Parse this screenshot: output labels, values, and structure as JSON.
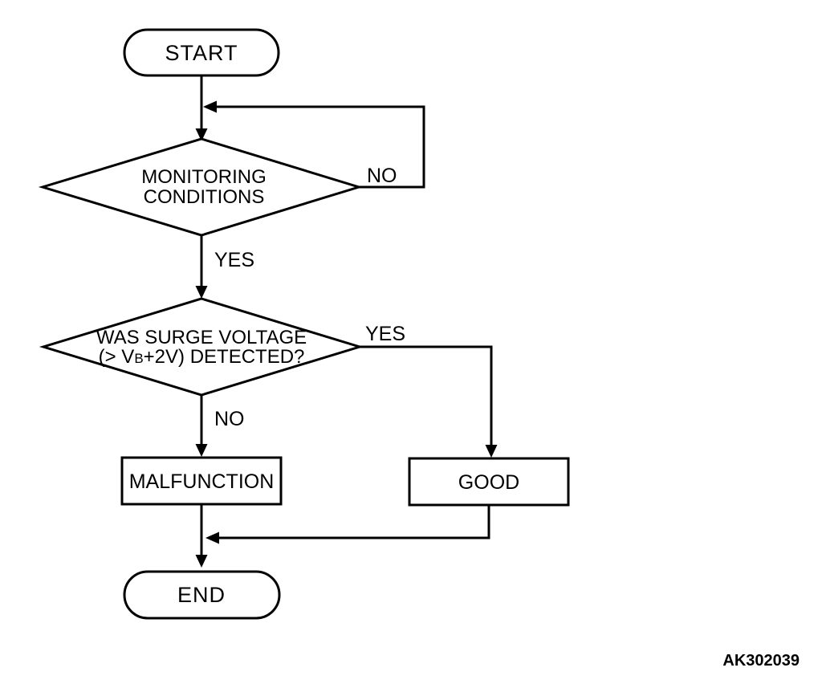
{
  "page": {
    "background_color": "#ffffff",
    "line_color": "#000000",
    "figure_code": "AK302039"
  },
  "flowchart": {
    "start": {
      "label": "START"
    },
    "decision_monitoring": {
      "line1": "MONITORING",
      "line2": "CONDITIONS",
      "no_label": "NO",
      "yes_label": "YES"
    },
    "decision_surge": {
      "line1": "WAS SURGE VOLTAGE",
      "line2_pre": "(> V",
      "line2_sub": "B",
      "line2_post": "+2V) DETECTED?",
      "yes_label": "YES",
      "no_label": "NO"
    },
    "malfunction": {
      "label": "MALFUNCTION"
    },
    "good": {
      "label": "GOOD"
    },
    "end": {
      "label": "END"
    }
  }
}
